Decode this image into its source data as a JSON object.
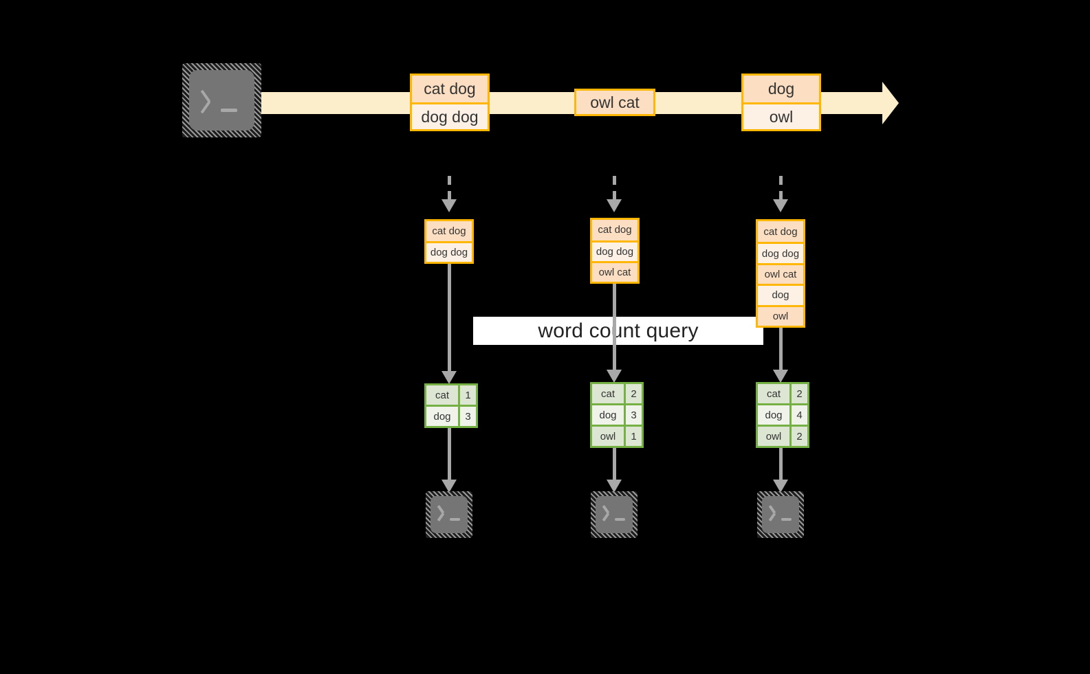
{
  "diagram": {
    "title_label": "word count query",
    "stream": {
      "source_icon": "terminal-icon",
      "sink_icon": "terminal-icon",
      "records": [
        {
          "lines": [
            "cat dog",
            "dog dog"
          ]
        },
        {
          "lines": [
            "owl cat"
          ]
        },
        {
          "lines": [
            "dog",
            "owl"
          ]
        }
      ]
    },
    "snapshots": [
      {
        "lines": [
          "cat dog",
          "dog dog"
        ]
      },
      {
        "lines": [
          "cat dog",
          "dog dog",
          "owl cat"
        ]
      },
      {
        "lines": [
          "cat dog",
          "dog dog",
          "owl cat",
          "dog",
          "owl"
        ]
      }
    ],
    "results": [
      {
        "rows": [
          {
            "word": "cat",
            "count": "1"
          },
          {
            "word": "dog",
            "count": "3"
          }
        ]
      },
      {
        "rows": [
          {
            "word": "cat",
            "count": "2"
          },
          {
            "word": "dog",
            "count": "3"
          },
          {
            "word": "owl",
            "count": "1"
          }
        ]
      },
      {
        "rows": [
          {
            "word": "cat",
            "count": "2"
          },
          {
            "word": "dog",
            "count": "4"
          },
          {
            "word": "owl",
            "count": "2"
          }
        ]
      }
    ],
    "colors": {
      "background": "#000000",
      "record_border": "#ffb703",
      "record_fill_a": "#fcdfc2",
      "record_fill_b": "#fdf1e6",
      "stream_fill": "#fceecb",
      "result_border": "#74b043",
      "result_fill_a": "#dde6d3",
      "result_fill_b": "#eff3ea",
      "connector": "#a8a8a8",
      "icon_body": "#757575",
      "label_bg": "#ffffff",
      "text": "#333333"
    }
  }
}
